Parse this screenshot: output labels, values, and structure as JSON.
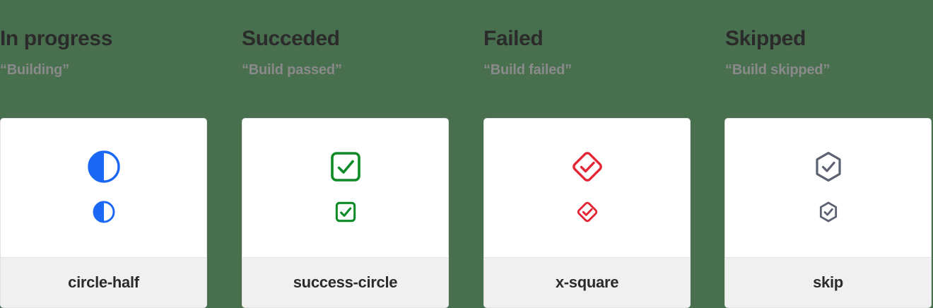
{
  "theme": {
    "background": "#48704F",
    "card_background": "#FFFFFF",
    "card_footer_background": "#F0F0F0",
    "card_border": "#E2E2E2",
    "title_color": "#2B2B2B",
    "subtitle_color": "#8A8A8A"
  },
  "columns": [
    {
      "title": "In progress",
      "subtitle": "“Building”",
      "icon_name": "circle-half-icon",
      "icon_label": "circle-half",
      "icon_color": "#1B68F5"
    },
    {
      "title": "Succeded",
      "subtitle": "“Build passed”",
      "icon_name": "success-circle-icon",
      "icon_label": "success-circle",
      "icon_color": "#0E8A27"
    },
    {
      "title": "Failed",
      "subtitle": "“Build failed”",
      "icon_name": "x-square-icon",
      "icon_label": "x-square",
      "icon_color": "#E32636"
    },
    {
      "title": "Skipped",
      "subtitle": "“Build skipped”",
      "icon_name": "skip-icon",
      "icon_label": "skip",
      "icon_color": "#5C6174"
    }
  ]
}
